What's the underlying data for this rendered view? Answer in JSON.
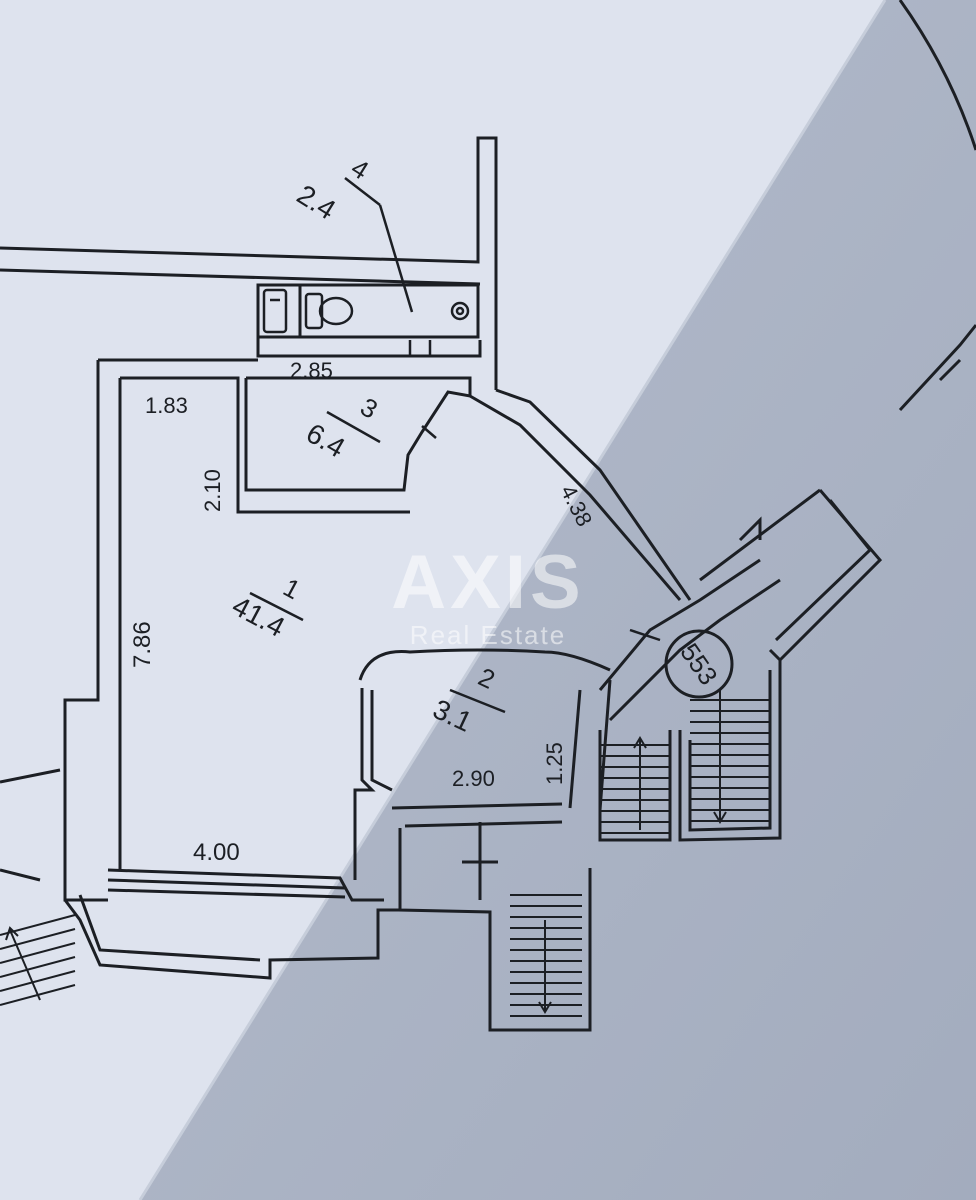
{
  "colors": {
    "paper_light": "#dee3ee",
    "paper_shadow": "#a9b2c3",
    "ink": "#1c1f24",
    "watermark": "#ffffff"
  },
  "watermark": {
    "brand": "AXIS",
    "tagline": "Real Estate"
  },
  "plan_number": "553",
  "rooms": [
    {
      "number": "1",
      "area": "41.4"
    },
    {
      "number": "2",
      "area": "3.1"
    },
    {
      "number": "3",
      "area": "6.4"
    },
    {
      "number": "4",
      "area": "2.4"
    }
  ],
  "dimensions": {
    "room1_width_top": "1.83",
    "room1_step": "2.10",
    "room1_length": "7.86",
    "room1_width": "4.00",
    "room3_width": "2.85",
    "corridor_length": "4.38",
    "room2_width": "2.90",
    "room2_depth": "1.25"
  }
}
